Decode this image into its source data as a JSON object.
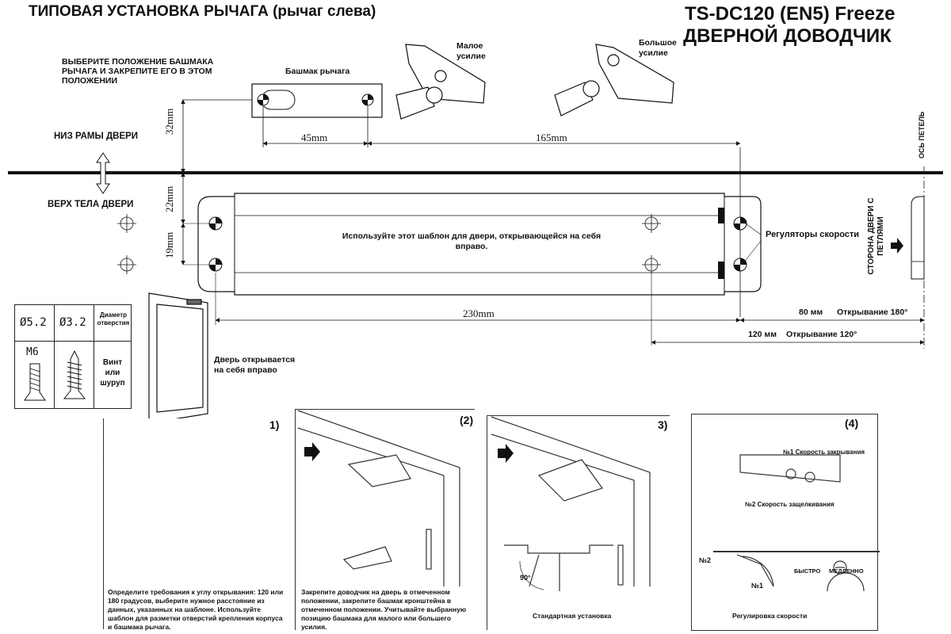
{
  "header": {
    "left_title": "ТИПОВАЯ УСТАНОВКА РЫЧАГА (рычаг слева)",
    "right_title_1": "TS-DC120 (EN5) Freeze",
    "right_title_2": "ДВЕРНОЙ ДОВОДЧИК"
  },
  "instructions": {
    "select_shoe": "ВЫБЕРИТЕ ПОЛОЖЕНИЕ БАШМАКА РЫЧАГА И ЗАКРЕПИТЕ ЕГО В ЭТОМ ПОЛОЖЕНИИ",
    "shoe_label": "Башмак рычага",
    "small_force": "Малое усилие",
    "large_force": "Большое усилие",
    "frame_bottom": "НИЗ РАМЫ ДВЕРИ",
    "door_top": "ВЕРХ ТЕЛА ДВЕРИ",
    "hinge_axis": "ОСЬ ПЕТЕЛЬ",
    "hinge_side": "СТОРОНА ДВЕРИ С ПЕТЛЯМИ",
    "template_note": "Используйте этот шаблон для двери, открывающейся на себя вправо.",
    "speed_regulators": "Регуляторы скорости",
    "door_opens": "Дверь открывается на себя вправо"
  },
  "dimensions": {
    "d45": "45mm",
    "d165": "165mm",
    "d32": "32mm",
    "d22": "22mm",
    "d19": "19mm",
    "d230": "230mm",
    "d80": "80 мм",
    "open180": "Открывание 180°",
    "d120": "120 мм",
    "open120": "Открывание 120°"
  },
  "legend": {
    "hole_a": "Ø5.2",
    "hole_b": "Ø3.2",
    "diameter_label": "Диаметр отверстия",
    "m6": "M6",
    "screw_label": "Винт или шуруп"
  },
  "steps": [
    {
      "num": "1)",
      "caption": "Определите требования к углу открывания: 120 или 180 градусов, выберите нужное расстояние из данных, указанных на шаблоне. Используйте шаблон для разметки отверстий крепления корпуса и башмака рычага."
    },
    {
      "num": "(2)",
      "caption": "Закрепите доводчик на дверь в отмеченном положении, закрепите башмак кронштейна в отмеченном положении. Учитывайте выбранную позицию башмака для малого или большего усилия."
    },
    {
      "num": "3)",
      "caption": "Стандартная установка",
      "angle": "90°"
    },
    {
      "num": "(4)",
      "caption": "Регулировка скорости",
      "speed1": "№1 Скорость закрывания",
      "speed2": "№2 Скорость защелкивания",
      "n2": "№2",
      "n1": "№1",
      "fast": "БЫСТРО",
      "slow": "МЕДЛЕННО"
    }
  ],
  "colors": {
    "line": "#111111",
    "panel_border": "#333333",
    "gray": "#888888"
  }
}
